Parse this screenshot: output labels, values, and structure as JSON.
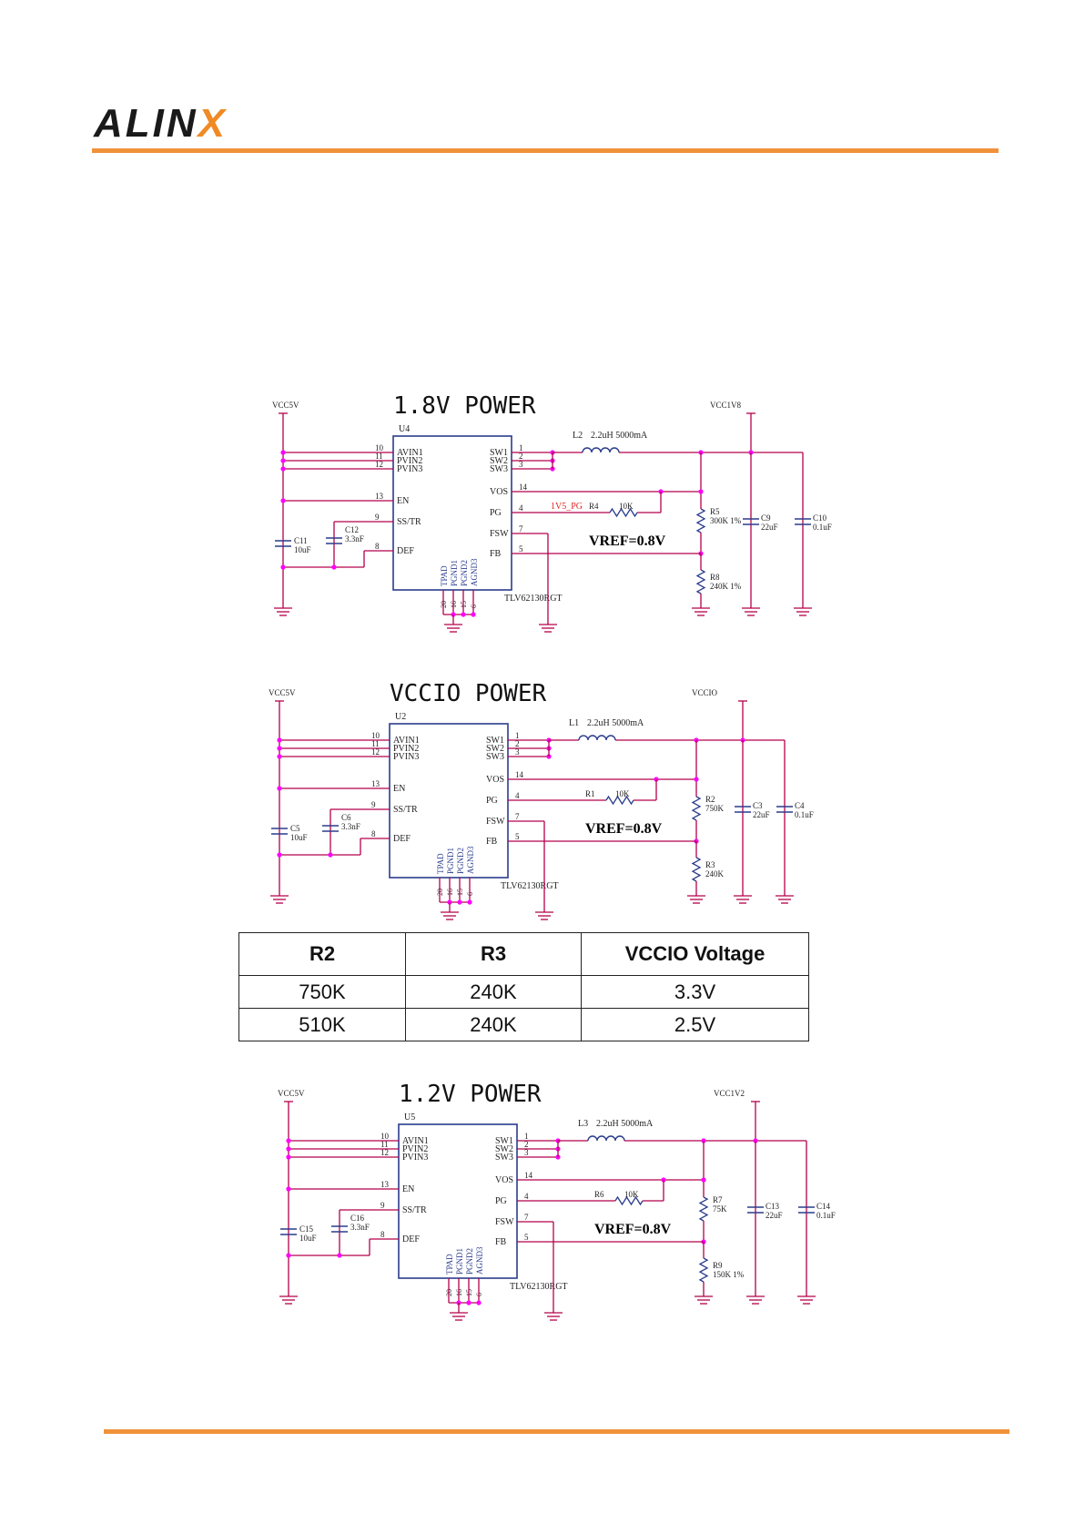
{
  "header": {
    "logo_main": "ALIN",
    "logo_x": "X"
  },
  "schematics": [
    {
      "title": "1.8V POWER",
      "vin": "VCC5V",
      "vout": "VCC1V8",
      "ic_ref": "U4",
      "ic_part": "TLV62130RGT",
      "inductor": "L2",
      "inductor_value": "2.2uH 5000mA",
      "cin": "C11",
      "cin_value": "10uF",
      "css": "C12",
      "css_value": "3.3nF",
      "pg_label": "1V5_PG",
      "rpg": "R4",
      "rpg_value": "10K",
      "rtop": "R5",
      "rtop_value": "300K 1%",
      "rbot": "R8",
      "rbot_value": "240K 1%",
      "cout1": "C9",
      "cout1_value": "22uF",
      "cout2": "C10",
      "cout2_value": "0.1uF",
      "vref": "VREF=0.8V"
    },
    {
      "title": "VCCIO POWER",
      "vin": "VCC5V",
      "vout": "VCCIO",
      "ic_ref": "U2",
      "ic_part": "TLV62130RGT",
      "inductor": "L1",
      "inductor_value": "2.2uH 5000mA",
      "cin": "C5",
      "cin_value": "10uF",
      "css": "C6",
      "css_value": "3.3nF",
      "pg_label": "",
      "rpg": "R1",
      "rpg_value": "10K",
      "rtop": "R2",
      "rtop_value": "750K",
      "rbot": "R3",
      "rbot_value": "240K",
      "cout1": "C3",
      "cout1_value": "22uF",
      "cout2": "C4",
      "cout2_value": "0.1uF",
      "vref": "VREF=0.8V"
    },
    {
      "title": "1.2V POWER",
      "vin": "VCC5V",
      "vout": "VCC1V2",
      "ic_ref": "U5",
      "ic_part": "TLV62130RGT",
      "inductor": "L3",
      "inductor_value": "2.2uH 5000mA",
      "cin": "C15",
      "cin_value": "10uF",
      "css": "C16",
      "css_value": "3.3nF",
      "pg_label": "",
      "rpg": "R6",
      "rpg_value": "10K",
      "rtop": "R7",
      "rtop_value": "75K",
      "rbot": "R9",
      "rbot_value": "150K 1%",
      "cout1": "C13",
      "cout1_value": "22uF",
      "cout2": "C14",
      "cout2_value": "0.1uF",
      "vref": "VREF=0.8V"
    }
  ],
  "pins": {
    "left": [
      [
        "10",
        "AVIN1"
      ],
      [
        "11",
        "PVIN2"
      ],
      [
        "12",
        "PVIN3"
      ],
      [
        "13",
        "EN"
      ],
      [
        "9",
        "SS/TR"
      ],
      [
        "8",
        "DEF"
      ]
    ],
    "right": [
      [
        "1",
        "SW1"
      ],
      [
        "2",
        "SW2"
      ],
      [
        "3",
        "SW3"
      ],
      [
        "14",
        "VOS"
      ],
      [
        "4",
        "PG"
      ],
      [
        "7",
        "FSW"
      ],
      [
        "5",
        "FB"
      ]
    ],
    "bottom": [
      [
        "20",
        "TPAD"
      ],
      [
        "16",
        "PGND1"
      ],
      [
        "15",
        "PGND2"
      ],
      [
        "6",
        "AGND3"
      ]
    ]
  },
  "voltage_table": {
    "headers": [
      "R2",
      "R3",
      "VCCIO Voltage"
    ],
    "rows": [
      [
        "750K",
        "240K",
        "3.3V"
      ],
      [
        "510K",
        "240K",
        "2.5V"
      ]
    ]
  },
  "colors": {
    "accent": "#f0923a",
    "wire": "#b5004c",
    "junction": "#ff00ff",
    "ic_border": "#2b3c8c",
    "pg_label": "#e0261b"
  }
}
